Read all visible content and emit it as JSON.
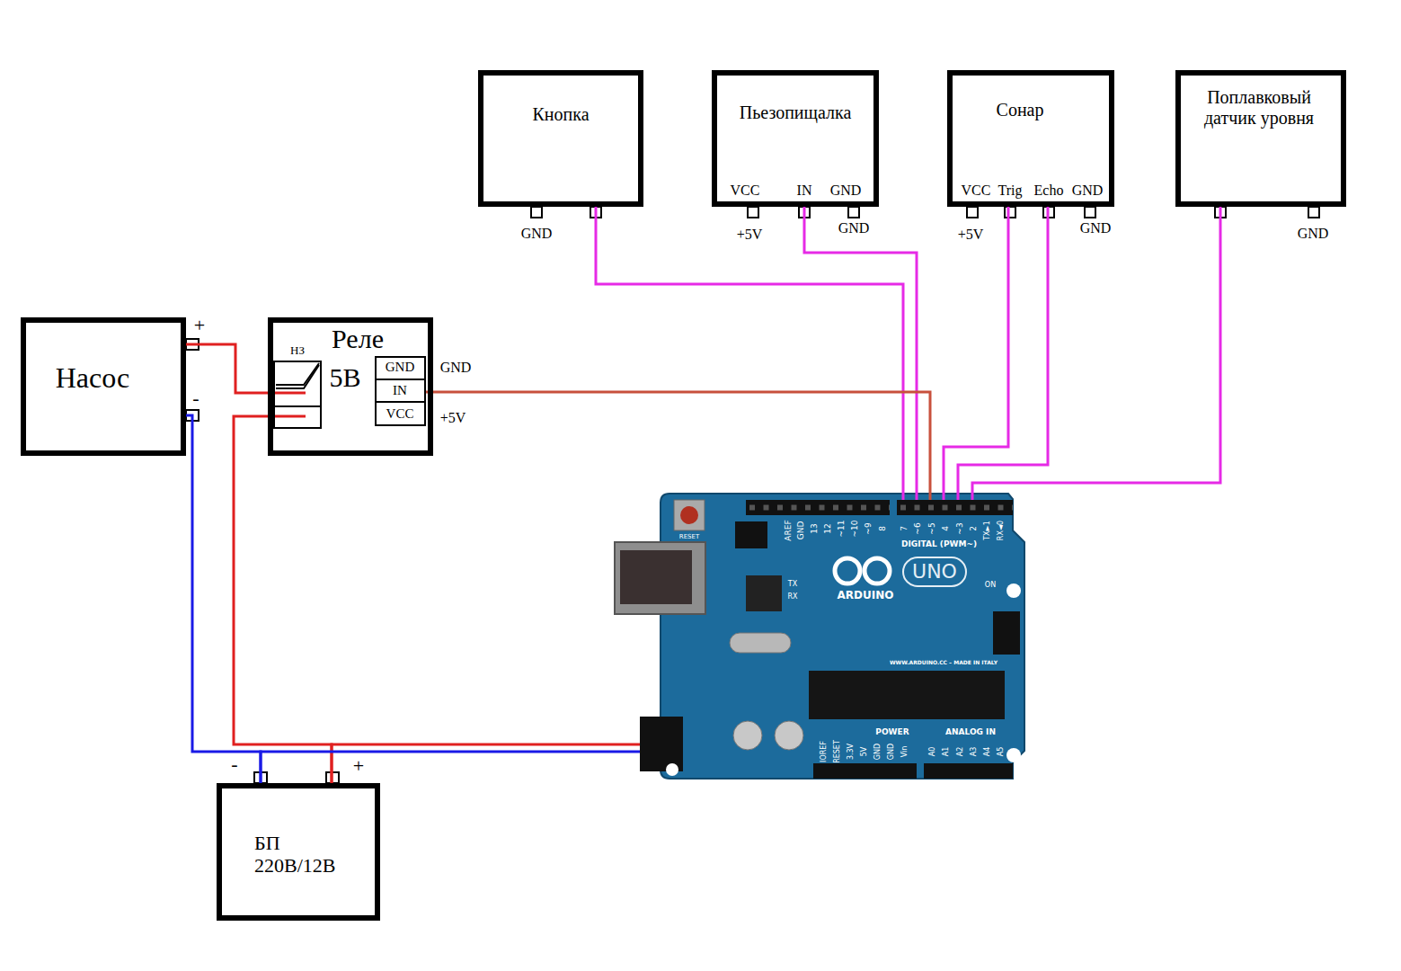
{
  "diagram": {
    "nodes": [
      {
        "text": [
          "Кнопка"
        ]
      },
      {
        "text": [
          "Пьезопищалка"
        ]
      },
      {
        "text": [
          "Сонар"
        ]
      },
      {
        "text": [
          "Поплавковый датчик уровня"
        ]
      },
      {
        "text": [
          "Насос"
        ]
      },
      {
        "text": [
          "Реле",
          "5В"
        ]
      },
      {
        "text": [
          "GND"
        ],
        "in": 5
      },
      {
        "text": [
          "IN"
        ],
        "in": 5
      },
      {
        "text": [
          "VCC"
        ],
        "in": 5
      },
      {
        "text": [
          "UNO",
          "ARDUINO"
        ]
      },
      {
        "text": [
          "БП 220В/12В"
        ]
      }
    ],
    "edges": [
      {
        "from": 0,
        "to": 9,
        "arrow": "none"
      },
      {
        "from": 1,
        "to": 9,
        "arrow": "none"
      },
      {
        "from": 2,
        "to": 9,
        "arrow": "none"
      },
      {
        "from": 2,
        "to": 9,
        "arrow": "none"
      },
      {
        "from": 3,
        "to": 9,
        "arrow": "none"
      },
      {
        "from": 7,
        "to": 9,
        "arrow": "none"
      },
      {
        "from": 4,
        "to": 5,
        "arrow": "none"
      },
      {
        "from": 5,
        "to": 10,
        "arrow": "none"
      },
      {
        "from": 10,
        "to": 9,
        "arrow": "none"
      },
      {
        "from": 4,
        "to": 10,
        "arrow": "none"
      },
      {
        "from": 10,
        "to": 9,
        "arrow": "none"
      }
    ],
    "labels": [
      "GND",
      "VCC",
      "IN",
      "GND",
      "+5V",
      "GND",
      "VCC",
      "Trig",
      "Echo",
      "GND",
      "+5V",
      "GND",
      "GND",
      "+",
      "-",
      "НЗ",
      "GND",
      "+5V",
      "-",
      "+",
      "AREF",
      "GND",
      "13",
      "12",
      "~11",
      "~10",
      "~9",
      "8",
      "7",
      "~6",
      "~5",
      "4",
      "~3",
      "2",
      "TX►1",
      "RX◄0",
      "DIGITAL (PWM~)",
      "RESET",
      "TX",
      "RX",
      "ON",
      "POWER",
      "ANALOG IN",
      "IOREF",
      "RESET",
      "3.3V",
      "5V",
      "GND",
      "GND",
      "Vin",
      "A0",
      "A1",
      "A2",
      "A3",
      "A4",
      "A5",
      "WWW.ARDUINO.CC – MADE IN ITALY"
    ]
  }
}
